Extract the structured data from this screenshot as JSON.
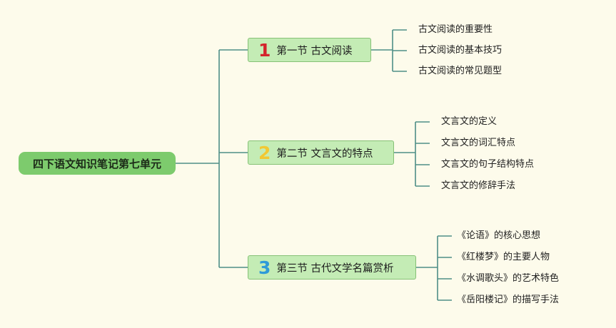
{
  "root": {
    "label": "四下语文知识笔记第七单元"
  },
  "sections": [
    {
      "number": "1",
      "number_color": "#d4242c",
      "title": "第一节 古文阅读",
      "items": [
        "古文阅读的重要性",
        "古文阅读的基本技巧",
        "古文阅读的常见题型"
      ]
    },
    {
      "number": "2",
      "number_color": "#f2c833",
      "title": "第二节 文言文的特点",
      "items": [
        "文言文的定义",
        "文言文的词汇特点",
        "文言文的句子结构特点",
        "文言文的修辞手法"
      ]
    },
    {
      "number": "3",
      "number_color": "#2e9ad8",
      "title": "第三节 古代文学名篇赏析",
      "items": [
        "《论语》的核心思想",
        "《红楼梦》的主要人物",
        "《水调歌头》的艺术特色",
        "《岳阳楼记》的描写手法"
      ]
    }
  ],
  "colors": {
    "connector": "#4e8f87",
    "root_fill": "#7dcb6d",
    "section_fill": "#c4ecb5"
  }
}
